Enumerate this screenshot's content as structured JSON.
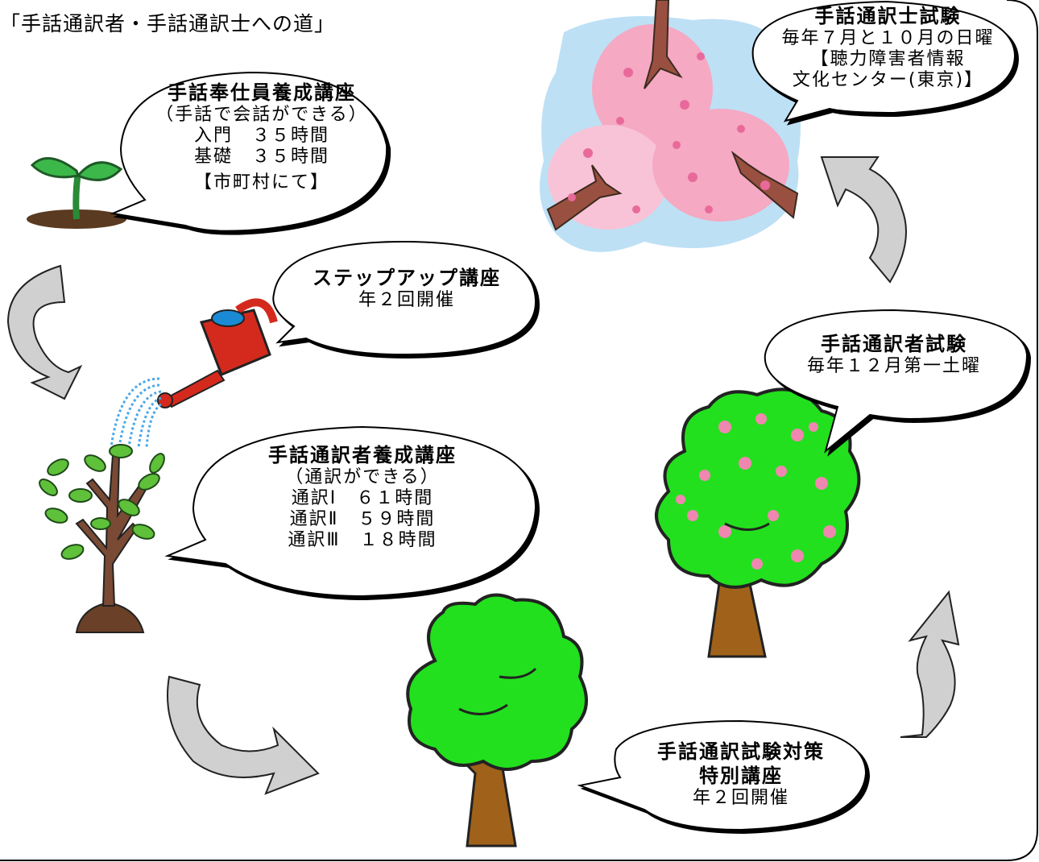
{
  "title": "「手話通訳者・手話通訳士への道」",
  "bubbles": {
    "hoshi": {
      "title": "手話奉仕員養成講座",
      "lines": [
        "（手話で会話ができる）",
        "入門　３５時間",
        "基礎　３５時間"
      ],
      "place": "【市町村にて】"
    },
    "stepup": {
      "title": "ステップアップ講座",
      "lines": [
        "年２回開催"
      ]
    },
    "yosei": {
      "title": "手話通訳者養成講座",
      "lines": [
        "（通訳ができる）",
        "通訳Ⅰ　６１時間",
        "通訳Ⅱ　５９時間",
        "通訳Ⅲ　１８時間"
      ]
    },
    "taisaku": {
      "title": "手話通訳試験対策",
      "title2": "特別講座",
      "lines": [
        "年２回開催"
      ]
    },
    "tsuyakusha": {
      "title": "手話通訳者試験",
      "lines": [
        "毎年１２月第一土曜"
      ]
    },
    "tsuyakushi": {
      "title": "手話通訳士試験",
      "lines": [
        "毎年７月と１０月の日曜",
        "【聴力障害者情報",
        "文化センター(東京)】"
      ]
    }
  },
  "colors": {
    "sprout": "#3cb84a",
    "soil": "#5a3a20",
    "tree_green": "#22e01e",
    "trunk": "#a0621a",
    "sakura_pink": "#f5b8cc",
    "sky": "#bde0f5",
    "can_red": "#d42a1e",
    "arrow_gray": "#d0d0d0"
  }
}
